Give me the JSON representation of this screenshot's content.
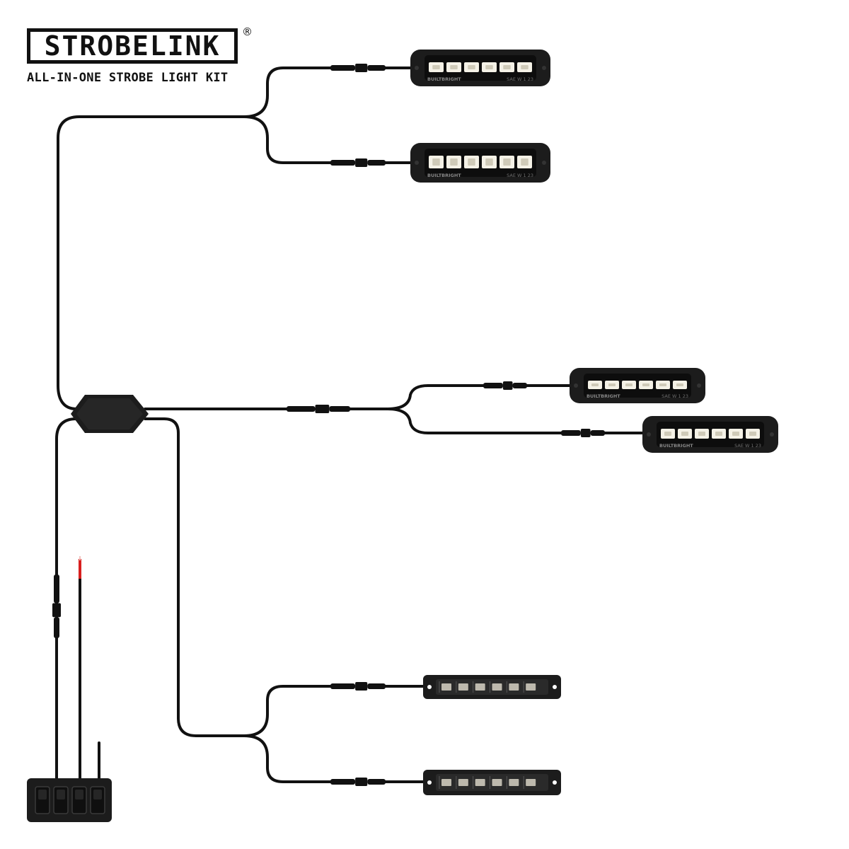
{
  "brand": {
    "logo_text": "STROBELINK",
    "registered_mark": "®",
    "subtitle": "ALL-IN-ONE STROBE LIGHT KIT"
  },
  "light_markings": {
    "maker": "BUILTBRIGHT",
    "rating": "SAE W 1 23"
  },
  "colors": {
    "cable": "#111111",
    "housing": "#1c1c1c",
    "lens": "#0d0d0d",
    "led": "#f4f1e6",
    "positive_wire": "#d8201f"
  },
  "icons": [
    "strobe-light-pod",
    "slim-strobe-bar",
    "control-module",
    "inline-connector",
    "switch-panel",
    "power-lead"
  ]
}
